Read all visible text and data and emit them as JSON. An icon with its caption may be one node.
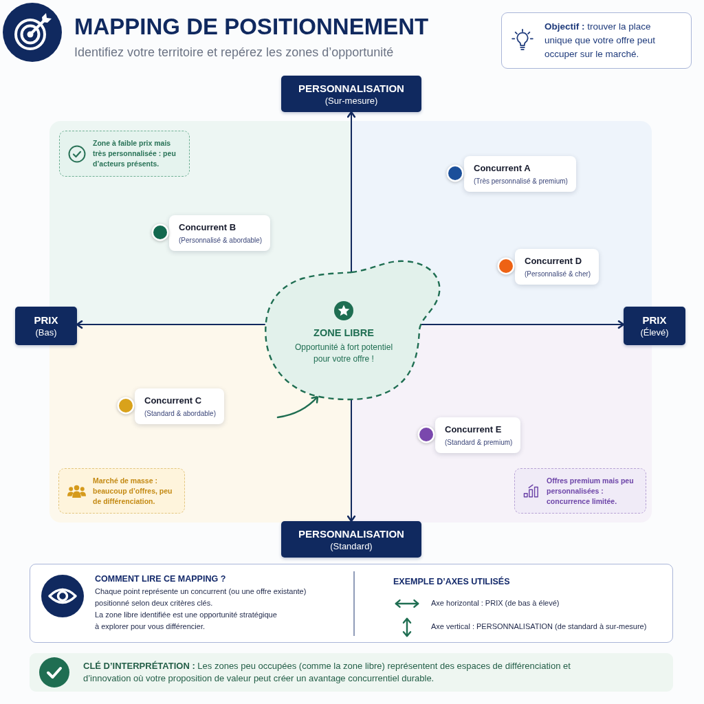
{
  "diagram": {
    "title": "MAPPING DE POSITIONNEMENT",
    "nodes": [
      {
        "text": [
          "**Objectif :** trouver la place unique que votre offre peut occuper sur le marché."
        ]
      },
      {
        "text": [
          "PERSONNALISATION",
          "(Sur-mesure)"
        ]
      },
      {
        "text": [
          "Zone à faible prix mais très personnalisée : peu d’acteurs présents."
        ]
      },
      {
        "text": [
          "Concurrent A",
          "(Très personnalisé & premium)"
        ]
      },
      {
        "text": [
          "Concurrent B",
          "(Personnalisé & abordable)"
        ]
      },
      {
        "text": [
          "Concurrent D",
          "(Personnalisé & cher)"
        ]
      },
      {
        "text": [
          "PRIX",
          "(Bas)"
        ]
      },
      {
        "text": [
          "ZONE LIBRE",
          "Opportunité à fort potentiel pour votre offre !"
        ]
      },
      {
        "text": [
          "PRIX",
          "(Élevé)"
        ]
      },
      {
        "text": [
          "Concurrent C",
          "(Standard & abordable)"
        ]
      },
      {
        "text": [
          "Concurrent E",
          "(Standard & premium)"
        ]
      },
      {
        "text": [
          "Marché de masse : beaucoup d’offres, peu de différenciation."
        ]
      },
      {
        "text": [
          "Offres premium mais peu personnalisées : concurrence limitée."
        ]
      },
      {
        "text": [
          "PERSONNALISATION",
          "(Standard)"
        ]
      },
      {
        "text": [
          "COMMENT LIRE CE MAPPING ?",
          "Chaque point représente un concurrent (ou une offre existante) positionné selon deux critères clés.",
          "La zone libre identifiée est une opportunité stratégique à explorer pour vous différencier.",
          "EXEMPLE D’AXES UTILISÉS",
          "Axe horizontal : PRIX (de bas à élevé)",
          "Axe vertical : PERSONNALISATION (de standard à sur-mesure)"
        ]
      },
      {
        "text": [
          "**CLÉ D’INTERPRÉTATION :** Les zones peu occupées (comme la zone libre) représentent des espaces de différenciation et d’innovation où votre proposition de valeur peut créer un avantage concurrentiel durable."
        ]
      }
    ],
    "edges": [
      {
        "from": 7,
        "to": 1,
        "arrow": "to"
      },
      {
        "from": 7,
        "to": 6,
        "arrow": "to"
      },
      {
        "from": 7,
        "to": 8,
        "arrow": "to"
      },
      {
        "from": 7,
        "to": 13,
        "arrow": "to"
      },
      {
        "from": null,
        "to": 7,
        "arrow": "to",
        "color": "#1f6e52"
      }
    ],
    "labels": [
      "Identifiez votre territoire et repérez les zones d’opportunité"
    ]
  }
}
